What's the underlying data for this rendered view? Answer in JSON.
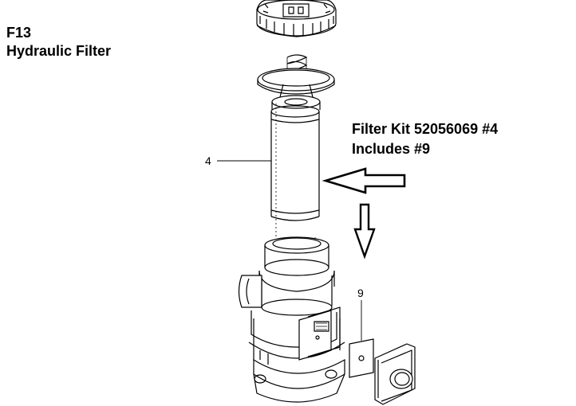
{
  "header": {
    "code": "F13",
    "title": "Hydraulic Filter"
  },
  "note": {
    "line1": "Filter Kit 52056069  #4",
    "line2": "Includes #9"
  },
  "callouts": {
    "filter_element": "4",
    "gasket": "9"
  }
}
